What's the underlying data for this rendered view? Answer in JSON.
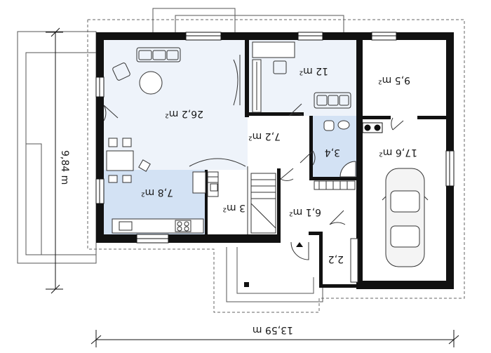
{
  "rooms": {
    "living": "26,2 m²",
    "office": "12 m²",
    "kitchen": "7,8 m²",
    "hall": "7,2 m²",
    "bath": "3,4",
    "pantry": "3 m²",
    "entry": "6,1 m²",
    "wardrobe": "2,2",
    "storage": "9,5 m²",
    "garage": "17,6 m²"
  },
  "dimensions": {
    "width": "13,59 m",
    "depth": "9,84 m"
  },
  "colors": {
    "wall": "#111111",
    "living_fill": "#eef3fa",
    "kitchen_fill": "#d3e2f4",
    "bath_fill": "#d3e2f4",
    "outline": "#555555"
  }
}
